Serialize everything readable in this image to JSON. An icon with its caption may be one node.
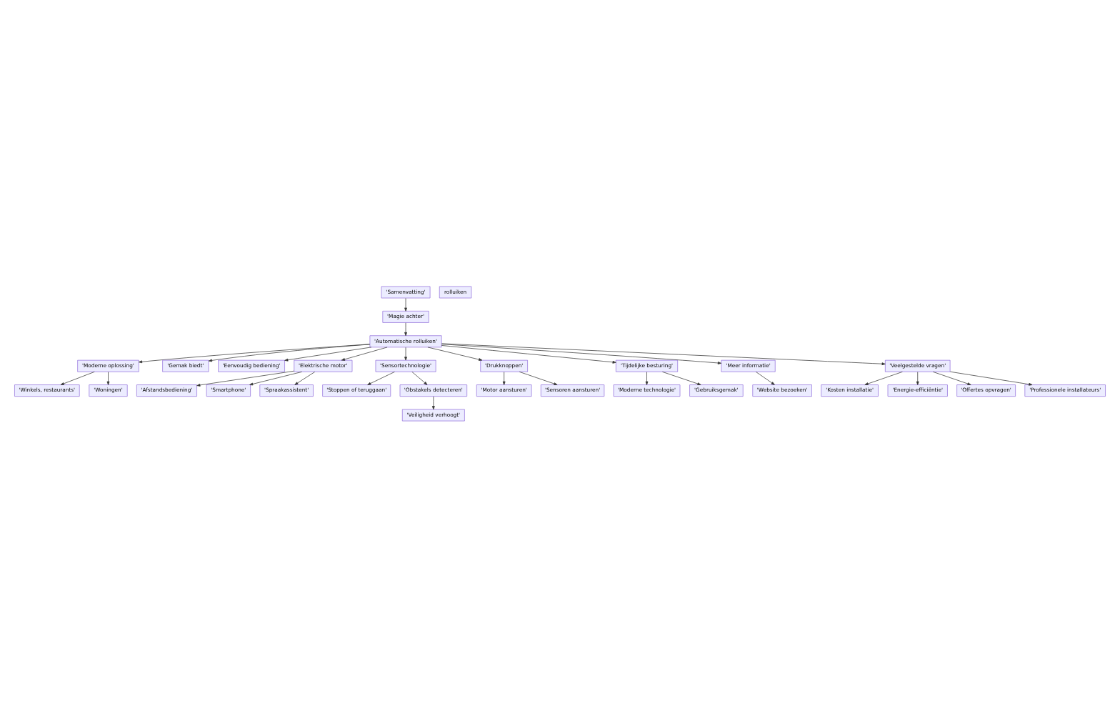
{
  "diagram": {
    "nodes": [
      {
        "text": [
          "'Samenvatting'"
        ]
      },
      {
        "text": [
          "rolluiken"
        ]
      },
      {
        "text": [
          "'Magie achter'"
        ]
      },
      {
        "text": [
          "'Automatische rolluiken'"
        ]
      },
      {
        "text": [
          "'Moderne oplossing'"
        ]
      },
      {
        "text": [
          "'Gemak biedt'"
        ]
      },
      {
        "text": [
          "'Eenvoudig bediening'"
        ]
      },
      {
        "text": [
          "'Elektrische motor'"
        ]
      },
      {
        "text": [
          "'Sensortechnologie'"
        ]
      },
      {
        "text": [
          "'Drukknoppen'"
        ]
      },
      {
        "text": [
          "'Tijdelijke besturing'"
        ]
      },
      {
        "text": [
          "'Meer informatie'"
        ]
      },
      {
        "text": [
          "'Veelgestelde vragen'"
        ]
      },
      {
        "text": [
          "'Winkels, restaurants'"
        ]
      },
      {
        "text": [
          "'Woningen'"
        ]
      },
      {
        "text": [
          "'Afstandsbediening'"
        ]
      },
      {
        "text": [
          "'Smartphone'"
        ]
      },
      {
        "text": [
          "'Spraakassistent'"
        ]
      },
      {
        "text": [
          "'Stoppen of teruggaan'"
        ]
      },
      {
        "text": [
          "'Obstakels detecteren'"
        ]
      },
      {
        "text": [
          "'Veiligheid verhoogt'"
        ]
      },
      {
        "text": [
          "'Motor aansturen'"
        ]
      },
      {
        "text": [
          "'Sensoren aansturen'"
        ]
      },
      {
        "text": [
          "'Moderne technologie'"
        ]
      },
      {
        "text": [
          "'Gebruiksgemak'"
        ]
      },
      {
        "text": [
          "'Website bezoeken'"
        ]
      },
      {
        "text": [
          "'Kosten installatie'"
        ]
      },
      {
        "text": [
          "'Energie-efficiëntie'"
        ]
      },
      {
        "text": [
          "'Offertes opvragen'"
        ]
      },
      {
        "text": [
          "'Professionele installateurs'"
        ]
      }
    ],
    "edges": [
      {
        "from": 0,
        "to": 2,
        "arrow": "to"
      },
      {
        "from": 2,
        "to": 3,
        "arrow": "to"
      },
      {
        "from": 3,
        "to": 4,
        "arrow": "to"
      },
      {
        "from": 3,
        "to": 5,
        "arrow": "to"
      },
      {
        "from": 3,
        "to": 6,
        "arrow": "to"
      },
      {
        "from": 3,
        "to": 7,
        "arrow": "to"
      },
      {
        "from": 3,
        "to": 8,
        "arrow": "to"
      },
      {
        "from": 3,
        "to": 9,
        "arrow": "to"
      },
      {
        "from": 3,
        "to": 10,
        "arrow": "to"
      },
      {
        "from": 3,
        "to": 11,
        "arrow": "to"
      },
      {
        "from": 3,
        "to": 12,
        "arrow": "to"
      },
      {
        "from": 4,
        "to": 13,
        "arrow": "to"
      },
      {
        "from": 4,
        "to": 14,
        "arrow": "to"
      },
      {
        "from": 7,
        "to": 15,
        "arrow": "to"
      },
      {
        "from": 7,
        "to": 16,
        "arrow": "to"
      },
      {
        "from": 7,
        "to": 17,
        "arrow": "to"
      },
      {
        "from": 8,
        "to": 18,
        "arrow": "to"
      },
      {
        "from": 8,
        "to": 19,
        "arrow": "to"
      },
      {
        "from": 19,
        "to": 20,
        "arrow": "to"
      },
      {
        "from": 9,
        "to": 21,
        "arrow": "to"
      },
      {
        "from": 9,
        "to": 22,
        "arrow": "to"
      },
      {
        "from": 10,
        "to": 23,
        "arrow": "to"
      },
      {
        "from": 10,
        "to": 24,
        "arrow": "to"
      },
      {
        "from": 11,
        "to": 25,
        "arrow": "to"
      },
      {
        "from": 12,
        "to": 26,
        "arrow": "to"
      },
      {
        "from": 12,
        "to": 27,
        "arrow": "to"
      },
      {
        "from": 12,
        "to": 28,
        "arrow": "to"
      },
      {
        "from": 12,
        "to": 29,
        "arrow": "to"
      }
    ]
  }
}
